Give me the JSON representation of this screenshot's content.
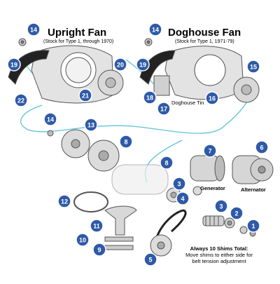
{
  "upright": {
    "title": "Upright Fan",
    "subtitle": "(Stock for Type 1, through 1970)"
  },
  "doghouse": {
    "title": "Doghouse Fan",
    "subtitle": "(Stock for Type 1, 1971-79)"
  },
  "labels": {
    "doghouse_tin": "Doghouse Tin",
    "generator": "Generator",
    "alternator": "Alternator"
  },
  "note": {
    "heading": "Always 10 Shims Total:",
    "line1": "Move shims to either side for",
    "line2": "belt tension adjustment"
  },
  "callouts": [
    "14",
    "19",
    "22",
    "21",
    "20",
    "14",
    "19",
    "18",
    "17",
    "16",
    "15",
    "14",
    "13",
    "8",
    "8",
    "7",
    "6",
    "3",
    "4",
    "12",
    "11",
    "10",
    "9",
    "5",
    "3",
    "2",
    "1"
  ],
  "colors": {
    "callout_fill": "#2e5aa8",
    "callout_ring": "#ffffff",
    "line": "#5bc4d8",
    "part": "#dcdcdc",
    "part_stroke": "#555555"
  }
}
